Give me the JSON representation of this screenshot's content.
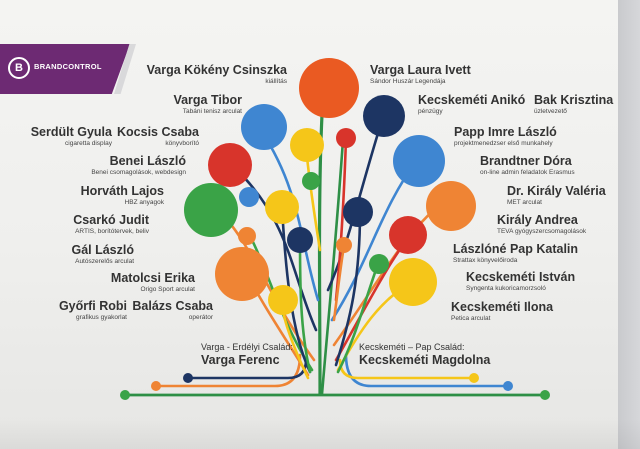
{
  "logo": {
    "mark": "B",
    "text": "BRANDCONTROL"
  },
  "colors": {
    "orange": "#ea5a22",
    "blue": "#3f86d1",
    "navy": "#1d3563",
    "yellow": "#f5c619",
    "green": "#3aa347",
    "red": "#d8342b",
    "light_orange": "#ef8434",
    "trunk": "#2e8f46"
  },
  "people": {
    "left": [
      {
        "name": "Varga Kökény Csinszka",
        "role": "kiállítás"
      },
      {
        "name": "Varga Tibor",
        "role": "Tabáni tenisz arculat"
      },
      {
        "name": "Serdült Gyula",
        "role": "cigaretta display"
      },
      {
        "name": "Kocsis Csaba",
        "role": "könyvborító"
      },
      {
        "name": "Benei László",
        "role": "Benei csomagolások, webdesign"
      },
      {
        "name": "Horváth Lajos",
        "role": "HBZ anyagok"
      },
      {
        "name": "Csarkó Judit",
        "role": "ARTIS, borítótervek, beliv"
      },
      {
        "name": "Gál László",
        "role": "Autószerelős arculat"
      },
      {
        "name": "Matolcsi Erika",
        "role": "Origo Sport arculat"
      },
      {
        "name": "Győrfi Robi",
        "role": "grafikus gyakorlat"
      },
      {
        "name": "Balázs Csaba",
        "role": "operátor"
      }
    ],
    "right": [
      {
        "name": "Varga Laura Ivett",
        "role": "Sándor Huszár Legendája"
      },
      {
        "name": "Kecskeméti Anikó",
        "role": "pénzügy"
      },
      {
        "name": "Bak Krisztina",
        "role": "üzletvezető"
      },
      {
        "name": "Papp Imre László",
        "role": "projektmenedzser első munkahely"
      },
      {
        "name": "Brandtner Dóra",
        "role": "on-line admin feladatok Erasmus"
      },
      {
        "name": "Dr. Király Valéria",
        "role": "MET arculat"
      },
      {
        "name": "Király Andrea",
        "role": "TEVA gyógyszercsomagolások"
      },
      {
        "name": "Lászlóné Pap Katalin",
        "role": "Strattax könyvelőiroda"
      },
      {
        "name": "Kecskeméti István",
        "role": "Syngenta kukoricamorzsoló"
      },
      {
        "name": "Kecskeméti Ilona",
        "role": "Petica arculat"
      }
    ]
  },
  "families": {
    "left": {
      "title": "Varga - Erdélyi Család:",
      "name": "Varga Ferenc"
    },
    "right": {
      "title": "Kecskeméti – Pap Család:",
      "name": "Kecskeméti Magdolna"
    }
  }
}
